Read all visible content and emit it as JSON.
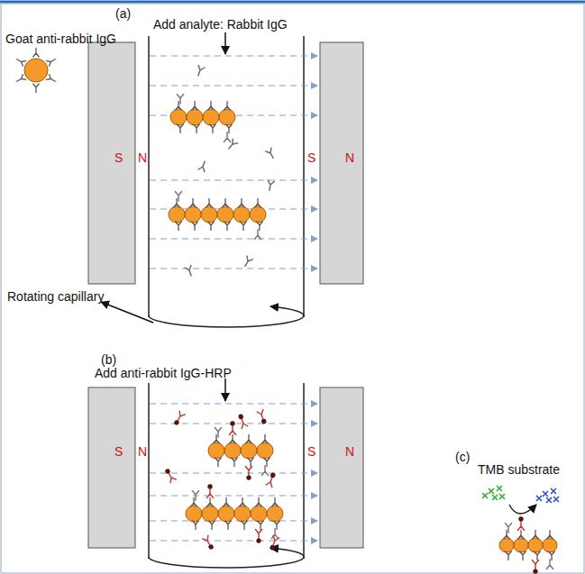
{
  "diagram": {
    "labels": [
      "(a)",
      "Add analyte: Rabbit IgG",
      "Goat anti-rabbit IgG",
      "S",
      "N",
      "S",
      "N",
      "Rotating capillary",
      "(b)",
      "Add anti-rabbit IgG-HRP",
      "S",
      "N",
      "S",
      "N",
      "(c)",
      "TMB substrate"
    ]
  }
}
